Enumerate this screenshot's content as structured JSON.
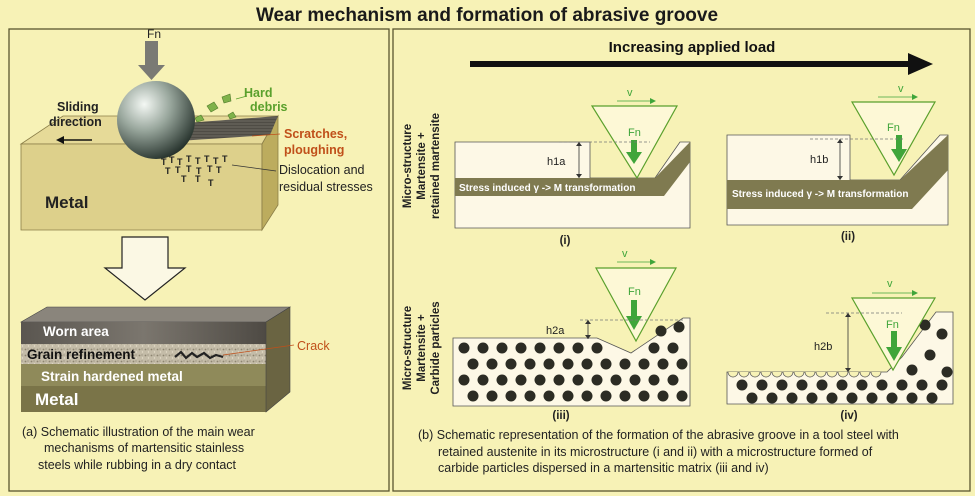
{
  "title": "Wear mechanism and formation of abrasive groove",
  "left_panel": {
    "force_label": "Fn",
    "sliding_label_1": "Sliding",
    "sliding_label_2": "direction",
    "debris_label_1": "Hard",
    "debris_label_2": "debris",
    "scratch_label_1": "Scratches,",
    "scratch_label_2": "ploughing",
    "disloc_label_1": "Dislocation and",
    "disloc_label_2": "residual stresses",
    "metal_label": "Metal",
    "worn_label": "Worn area",
    "grain_label": "Grain refinement",
    "strain_label": "Strain hardened metal",
    "metal2_label": "Metal",
    "crack_label": "Crack",
    "caption_1": "(a) Schematic illustration of the main wear",
    "caption_2": "mechanisms of martensitic stainless",
    "caption_3": "steels while rubbing in a dry contact"
  },
  "right_panel": {
    "load_label": "Increasing applied load",
    "row1_label_1": "Micro-structure",
    "row1_label_2": "Martensite +",
    "row1_label_3": "retained martensite",
    "row2_label_1": "Micro-structure",
    "row2_label_2": "Martensite +",
    "row2_label_3": "Carbide particles",
    "velocity": "v",
    "force": "Fn",
    "h1a": "h1a",
    "h1b": "h1b",
    "h2a": "h2a",
    "h2b": "h2b",
    "stress_text": "Stress induced γ -> M transformation",
    "stress_text_b": "Stress induced γ -> M transformation",
    "label_i": "(i)",
    "label_ii": "(ii)",
    "label_iii": "(iii)",
    "label_iv": "(iv)",
    "caption_1": "(b) Schematic representation of the formation of the abrasive groove in a tool steel with",
    "caption_2": "retained austenite in its microstructure (i and ii) with a microstructure formed of",
    "caption_3": "carbide particles dispersed in a martensitic matrix (iii and iv)"
  },
  "colors": {
    "background": "#f7f2b6",
    "block_top": "#e8dc9a",
    "block_front": "#ddd08c",
    "block_side": "#bfae60",
    "arrow_gray": "#7a7a74",
    "debris_green": "#7fb24a",
    "label_green": "#5aa02c",
    "label_orange": "#c0501a",
    "force_green": "#3fa53a",
    "groove_olive": "#7f7a50",
    "particle": "#2c2c24"
  }
}
